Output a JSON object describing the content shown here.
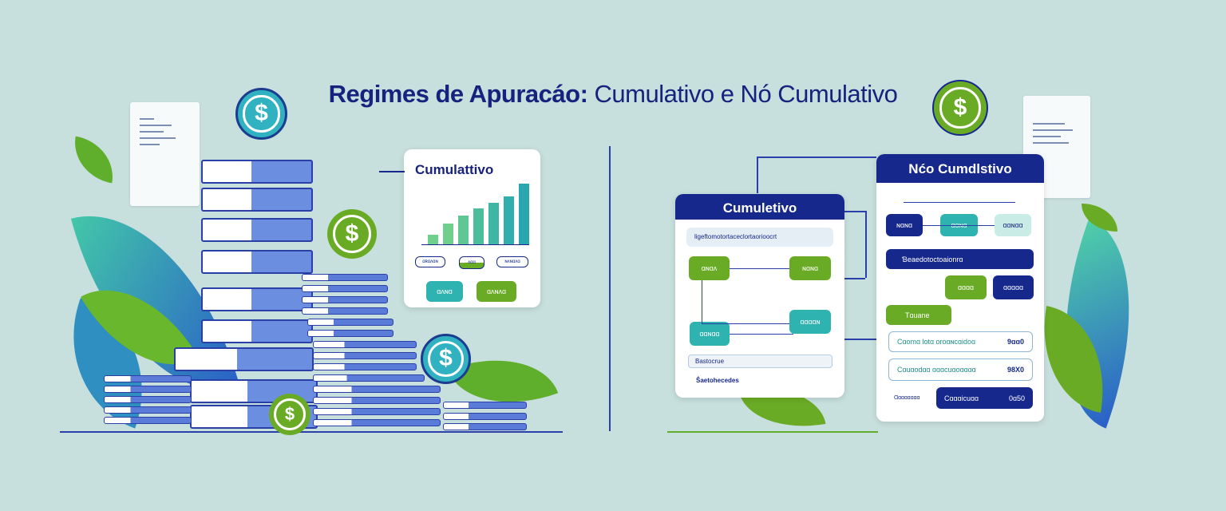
{
  "title": {
    "bold": "Regimes de Apuracáo:",
    "regular": "Cumulativo e Nó Cumulativo"
  },
  "left_card": {
    "title": "Cumulattivo",
    "nodes": [
      "ɑʀɑʌɑɴ",
      "ʌɑɑ",
      "ɴʌɴɑʌɑ",
      "ɑʌɴɑ",
      "ɑʌɴʌɑ"
    ]
  },
  "mid_card": {
    "title": "Cumuletivo",
    "banner": "ligeftomotortaceclortaorioocrt",
    "nodes": [
      "ɑɴɑʌ",
      "ɴɑɴɑ",
      "ɑɑɑɑɴ",
      "ɑɑɴɑɑ"
    ],
    "field": "Bastocrue",
    "footer": "Ŝaetohecedes"
  },
  "right_card": {
    "title": "Nćo Cumdlstivo",
    "nodes": [
      "ɴɑɴɑ",
      "ɑɑɴɑ",
      "ɑɑɴɑɑ",
      "ɑɑɑɑ",
      "ɑɑɑɑɑ"
    ],
    "banner": "Ɓeaedotoctoaionrɑ",
    "tag": "Tɑuane",
    "rows": [
      {
        "label": "Cɑomɑ lotɑ oroɑɴcɑidoɑ",
        "value": "9ɑɑ0"
      },
      {
        "label": "Cɑuɑodɑɑ ɑɑɑcuɑoɑɑɑɑ",
        "value": "98X0"
      },
      {
        "label": "Cɑɑɑicuɑɑ",
        "value": "0ɑ50",
        "aside": "Ɑɑɑɑɑɑɑɑ"
      }
    ]
  },
  "icons": {
    "coin": "dollar-coin-icon",
    "document": "document-icon",
    "leaf": "leaf-icon",
    "money_stack": "money-stack-icon"
  },
  "colors": {
    "navy": "#16288c",
    "green": "#6aab25",
    "teal": "#2fb3b0",
    "background": "#c7dfdd"
  },
  "currency_symbol": "$"
}
